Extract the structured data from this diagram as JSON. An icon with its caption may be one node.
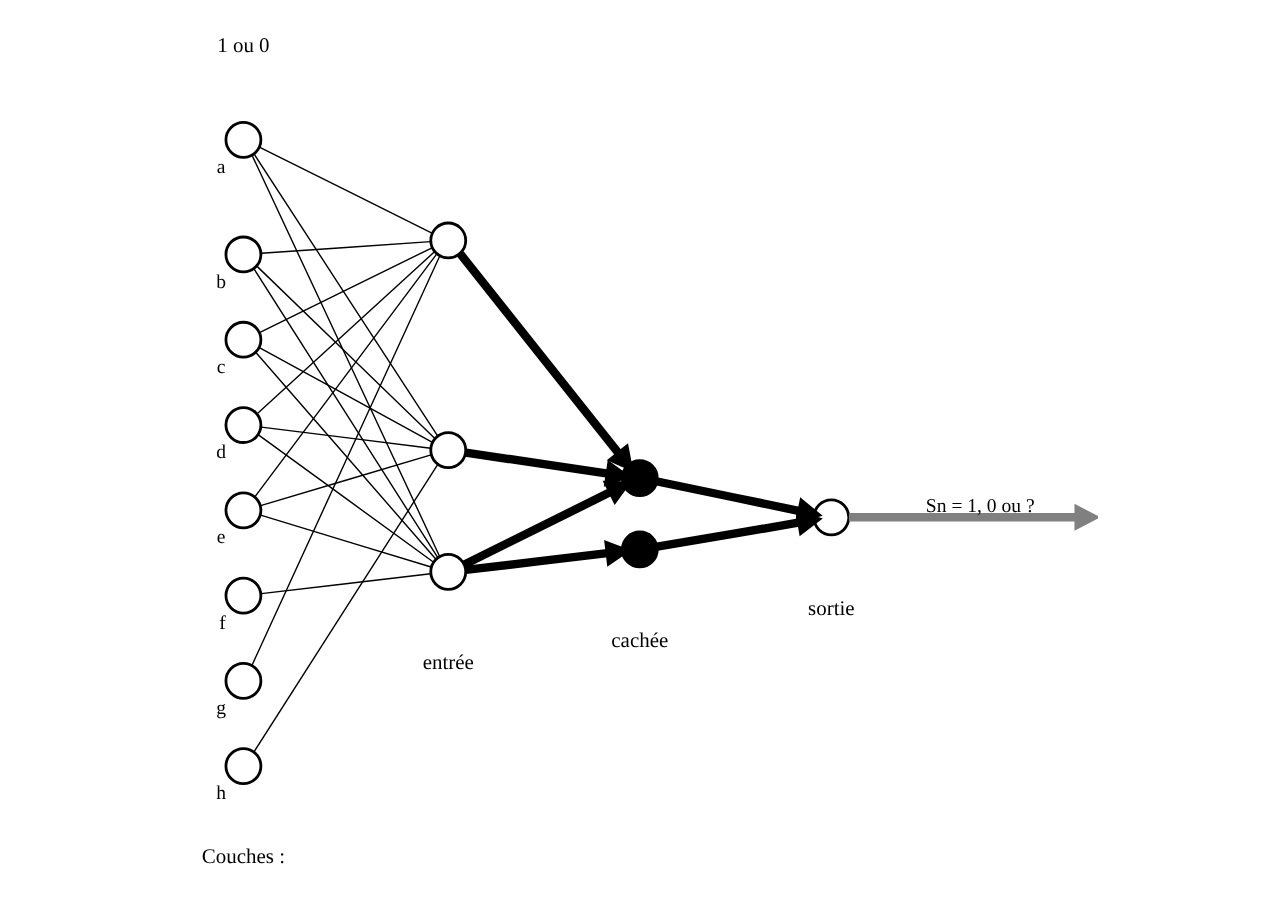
{
  "diagram": {
    "nodes": [
      {
        "text": [],
        "shape": "circle",
        "beside": [
          "a"
        ]
      },
      {
        "text": [],
        "shape": "circle",
        "beside": [
          "b"
        ]
      },
      {
        "text": [],
        "shape": "circle",
        "beside": [
          "c"
        ]
      },
      {
        "text": [],
        "shape": "circle",
        "beside": [
          "d"
        ]
      },
      {
        "text": [],
        "shape": "circle",
        "beside": [
          "e"
        ]
      },
      {
        "text": [],
        "shape": "circle",
        "beside": [
          "f"
        ]
      },
      {
        "text": [],
        "shape": "circle",
        "beside": [
          "g"
        ]
      },
      {
        "text": [],
        "shape": "circle",
        "beside": [
          "h"
        ]
      },
      {
        "text": [],
        "shape": "circle"
      },
      {
        "text": [],
        "shape": "circle"
      },
      {
        "text": [],
        "shape": "circle"
      },
      {
        "text": [],
        "shape": "circle"
      },
      {
        "text": [],
        "shape": "circle"
      },
      {
        "text": [],
        "shape": "circle"
      }
    ],
    "edges": [
      {
        "from": 0,
        "to": 8,
        "arrow": "none"
      },
      {
        "from": 0,
        "to": 9,
        "arrow": "none"
      },
      {
        "from": 0,
        "to": 10,
        "arrow": "none"
      },
      {
        "from": 1,
        "to": 8,
        "arrow": "none"
      },
      {
        "from": 1,
        "to": 9,
        "arrow": "none"
      },
      {
        "from": 1,
        "to": 10,
        "arrow": "none"
      },
      {
        "from": 2,
        "to": 8,
        "arrow": "none"
      },
      {
        "from": 2,
        "to": 9,
        "arrow": "none"
      },
      {
        "from": 2,
        "to": 10,
        "arrow": "none"
      },
      {
        "from": 3,
        "to": 8,
        "arrow": "none"
      },
      {
        "from": 3,
        "to": 9,
        "arrow": "none"
      },
      {
        "from": 3,
        "to": 10,
        "arrow": "none"
      },
      {
        "from": 4,
        "to": 8,
        "arrow": "none"
      },
      {
        "from": 4,
        "to": 9,
        "arrow": "none"
      },
      {
        "from": 4,
        "to": 10,
        "arrow": "none"
      },
      {
        "from": 5,
        "to": 10,
        "arrow": "none"
      },
      {
        "from": 6,
        "to": 8,
        "arrow": "none"
      },
      {
        "from": 7,
        "to": 9,
        "arrow": "none"
      },
      {
        "from": 8,
        "to": 11,
        "arrow": "to",
        "style": "thick"
      },
      {
        "from": 9,
        "to": 11,
        "arrow": "to",
        "style": "thick"
      },
      {
        "from": 10,
        "to": 11,
        "arrow": "to",
        "style": "thick"
      },
      {
        "from": 10,
        "to": 12,
        "arrow": "to",
        "style": "thick"
      },
      {
        "from": 11,
        "to": 13,
        "arrow": "to",
        "style": "thick"
      },
      {
        "from": 12,
        "to": 13,
        "arrow": "to",
        "style": "thick"
      },
      {
        "from": 13,
        "to": null,
        "arrow": "to",
        "label": "Sn = 1, 0 ou ?",
        "style": "thick",
        "color": "#808080"
      }
    ],
    "labels": [
      "1 ou 0",
      "Couches :",
      "entrée",
      "cachée",
      "sortie"
    ]
  }
}
